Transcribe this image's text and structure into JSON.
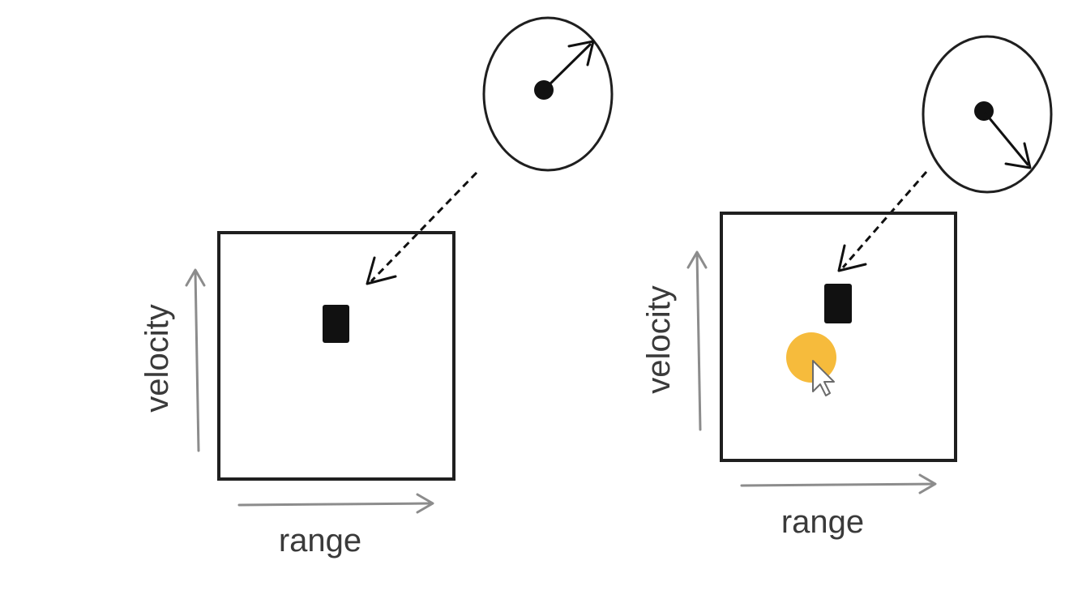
{
  "diagrams": [
    {
      "id": "left",
      "y_axis_label": "velocity",
      "x_axis_label": "range",
      "velocity_direction": "outward",
      "shows_highlight": false
    },
    {
      "id": "right",
      "y_axis_label": "velocity",
      "x_axis_label": "range",
      "velocity_direction": "outward",
      "shows_highlight": true
    }
  ],
  "colors": {
    "box": "#1f1f1f",
    "axis_arrow": "#8c8c8c",
    "label": "#3a3a3a",
    "target_dot": "#111111",
    "highlight": "#f5b731"
  },
  "icons": {
    "cursor": "mouse-pointer-icon"
  }
}
